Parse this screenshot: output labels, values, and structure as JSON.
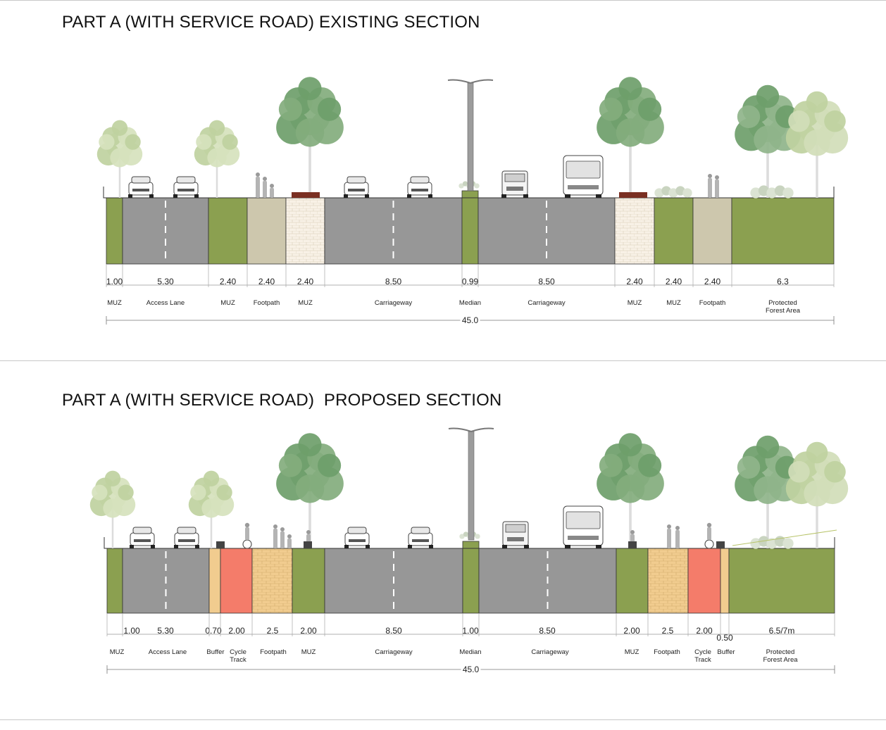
{
  "colors": {
    "muz": "#8ba050",
    "road": "#979797",
    "footpath_existing": "#cdc7ad",
    "paving": "#f8f1e6",
    "cycle_track": "#f47c6a",
    "footpath_proposed": "#f1cc8f",
    "buffer": "#f1cc8f",
    "median": "#8ba050",
    "planter": "#7a2f22",
    "tree_dark": "#6e9e6a",
    "tree_light": "#bfd1a0"
  },
  "existing": {
    "title": "PART A (WITH SERVICE ROAD) EXISTING SECTION",
    "total": "45.0",
    "segments": [
      {
        "w": "1.00",
        "label": "MUZ",
        "type": "muz"
      },
      {
        "w": "5.30",
        "label": "Access Lane",
        "type": "road2"
      },
      {
        "w": "2.40",
        "label": "MUZ",
        "type": "muz"
      },
      {
        "w": "2.40",
        "label": "Footpath",
        "type": "footpath"
      },
      {
        "w": "2.40",
        "label": "MUZ",
        "type": "paving"
      },
      {
        "w": "8.50",
        "label": "Carriageway",
        "type": "road2"
      },
      {
        "w": "0.99",
        "label": "Median",
        "type": "median"
      },
      {
        "w": "8.50",
        "label": "Carriageway",
        "type": "road2"
      },
      {
        "w": "2.40",
        "label": "MUZ",
        "type": "paving"
      },
      {
        "w": "2.40",
        "label": "MUZ",
        "type": "muz"
      },
      {
        "w": "2.40",
        "label": "Footpath",
        "type": "footpath"
      },
      {
        "w": "6.3",
        "label": "Protected\nForest Area",
        "type": "muz"
      }
    ]
  },
  "proposed": {
    "title": "PART A (WITH SERVICE ROAD)  PROPOSED SECTION",
    "total": "45.0",
    "segments": [
      {
        "w": "1.00",
        "label": "MUZ",
        "type": "muz"
      },
      {
        "w": "5.30",
        "label": "Access Lane",
        "type": "road2"
      },
      {
        "w": "0.70",
        "label": "Buffer",
        "type": "buffer"
      },
      {
        "w": "2.00",
        "label": "Cycle\nTrack",
        "type": "cycle"
      },
      {
        "w": "2.5",
        "label": "Footpath",
        "type": "brick"
      },
      {
        "w": "2.00",
        "label": "MUZ",
        "type": "muz"
      },
      {
        "w": "8.50",
        "label": "Carriageway",
        "type": "road2"
      },
      {
        "w": "1.00",
        "label": "Median",
        "type": "median"
      },
      {
        "w": "8.50",
        "label": "Carriageway",
        "type": "road2"
      },
      {
        "w": "2.00",
        "label": "MUZ",
        "type": "muz"
      },
      {
        "w": "2.5",
        "label": "Footpath",
        "type": "brick"
      },
      {
        "w": "2.00",
        "label": "Cycle\nTrack",
        "type": "cycle"
      },
      {
        "w": "0.50",
        "label": "Buffer",
        "type": "buffer"
      },
      {
        "w": "6.5/7m",
        "label": "Protected\nForest Area",
        "type": "muz"
      }
    ]
  }
}
